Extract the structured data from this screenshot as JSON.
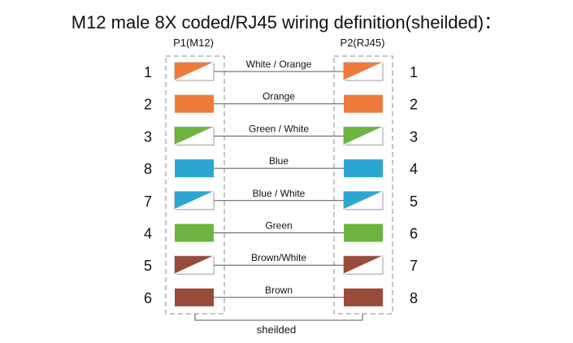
{
  "title": "M12 male 8X coded/RJ45 wiring definition(sheilded)：",
  "left_label": "P1(M12)",
  "right_label": "P2(RJ45)",
  "shield_label": "sheilded",
  "colors": {
    "orange": "#EE7A3B",
    "green": "#6DB33F",
    "blue": "#2EA6D3",
    "brown": "#9A4A3A",
    "line": "#555555",
    "dash": "#888888"
  },
  "wires": [
    {
      "left_pin": "1",
      "right_pin": "1",
      "label": "White / Orange",
      "color": "orange",
      "striped": true
    },
    {
      "left_pin": "2",
      "right_pin": "2",
      "label": "Orange",
      "color": "orange",
      "striped": false
    },
    {
      "left_pin": "3",
      "right_pin": "3",
      "label": "Green / White",
      "color": "green",
      "striped": true
    },
    {
      "left_pin": "8",
      "right_pin": "4",
      "label": "Blue",
      "color": "blue",
      "striped": false
    },
    {
      "left_pin": "7",
      "right_pin": "5",
      "label": "Blue / White",
      "color": "blue",
      "striped": true
    },
    {
      "left_pin": "4",
      "right_pin": "6",
      "label": "Green",
      "color": "green",
      "striped": false
    },
    {
      "left_pin": "5",
      "right_pin": "7",
      "label": "Brown/White",
      "color": "brown",
      "striped": true
    },
    {
      "left_pin": "6",
      "right_pin": "8",
      "label": "Brown",
      "color": "brown",
      "striped": false
    }
  ]
}
